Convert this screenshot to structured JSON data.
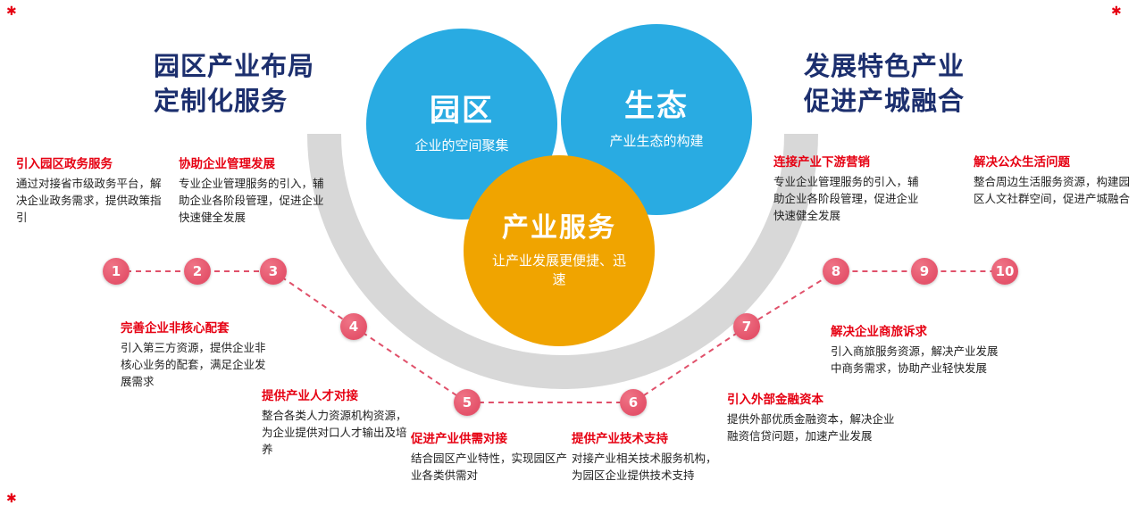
{
  "titles": {
    "left": {
      "line1": "园区产业布局",
      "line2": "定制化服务"
    },
    "right": {
      "line1": "发展特色产业",
      "line2": "促进产城融合"
    }
  },
  "circles": {
    "park": {
      "label": "园区",
      "sublabel": "企业的空间聚集"
    },
    "eco": {
      "label": "生态",
      "sublabel": "产业生态的构建"
    },
    "core": {
      "label": "产业服务",
      "sublabel": "让产业发展更便捷、迅速"
    }
  },
  "steps": [
    {
      "num": "1",
      "heading": "引入园区政务服务",
      "body": "通过对接省市级政务平台，解决企业政务需求，提供政策指引"
    },
    {
      "num": "2",
      "heading": "协助企业管理发展",
      "body": "专业企业管理服务的引入，辅助企业各阶段管理，促进企业快速健全发展"
    },
    {
      "num": "3",
      "heading": "完善企业非核心配套",
      "body": "引入第三方资源，提供企业非核心业务的配套，满足企业发展需求"
    },
    {
      "num": "4",
      "heading": "提供产业人才对接",
      "body": "整合各类人力资源机构资源，为企业提供对口人才输出及培养"
    },
    {
      "num": "5",
      "heading": "促进产业供需对接",
      "body": "结合园区产业特性，实现园区产业各类供需对"
    },
    {
      "num": "6",
      "heading": "提供产业技术支持",
      "body": "对接产业相关技术服务机构，为园区企业提供技术支持"
    },
    {
      "num": "7",
      "heading": "引入外部金融资本",
      "body": "提供外部优质金融资本，解决企业融资信贷问题，加速产业发展"
    },
    {
      "num": "8",
      "heading": "解决企业商旅诉求",
      "body": "引入商旅服务资源，解决产业发展中商务需求，协助产业轻快发展"
    },
    {
      "num": "9",
      "heading": "连接产业下游营销",
      "body": "专业企业管理服务的引入，辅助企业各阶段管理，促进企业快速健全发展"
    },
    {
      "num": "10",
      "heading": "解决公众生活问题",
      "body": "整合周边生活服务资源，构建园区人文社群空间，促进产城融合"
    }
  ],
  "decorations": {
    "corner_mark": "✱"
  },
  "colors": {
    "accent_red": "#e60012",
    "navy": "#1c2f6e",
    "blue": "#29abe2",
    "orange": "#f0a400",
    "node_pink": "#e4526a",
    "dash_red": "#e0506a",
    "arc_gray": "#d8d8d8"
  }
}
